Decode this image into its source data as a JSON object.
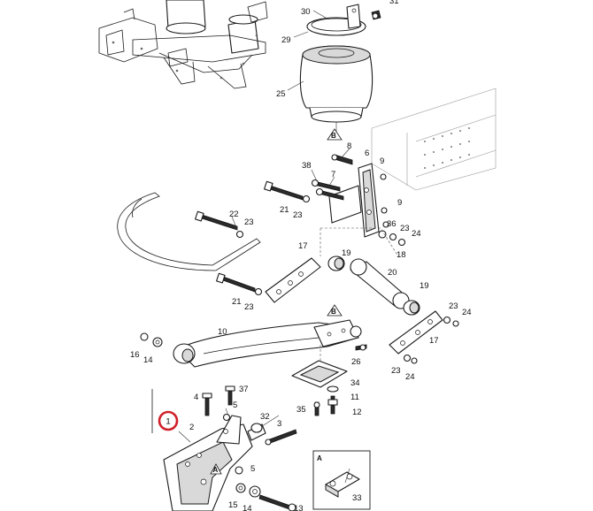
{
  "highlight": {
    "label": "1",
    "color": "#d0202a"
  },
  "callouts": [
    {
      "id": "c30",
      "text": "30"
    },
    {
      "id": "c31",
      "text": "31"
    },
    {
      "id": "c29",
      "text": "29"
    },
    {
      "id": "c25",
      "text": "25"
    },
    {
      "id": "c8",
      "text": "8"
    },
    {
      "id": "c6",
      "text": "6"
    },
    {
      "id": "c38",
      "text": "38"
    },
    {
      "id": "c7",
      "text": "7"
    },
    {
      "id": "c9a",
      "text": "9"
    },
    {
      "id": "c9b",
      "text": "9"
    },
    {
      "id": "c21a",
      "text": "21"
    },
    {
      "id": "c23a",
      "text": "23"
    },
    {
      "id": "c22",
      "text": "22"
    },
    {
      "id": "c23b",
      "text": "23"
    },
    {
      "id": "c36",
      "text": "36"
    },
    {
      "id": "c23c",
      "text": "23"
    },
    {
      "id": "c24a",
      "text": "24"
    },
    {
      "id": "c18",
      "text": "18"
    },
    {
      "id": "c17a",
      "text": "17"
    },
    {
      "id": "c19a",
      "text": "19"
    },
    {
      "id": "c20",
      "text": "20"
    },
    {
      "id": "c19b",
      "text": "19"
    },
    {
      "id": "c21b",
      "text": "21"
    },
    {
      "id": "c23d",
      "text": "23"
    },
    {
      "id": "c23e",
      "text": "23"
    },
    {
      "id": "c24b",
      "text": "24"
    },
    {
      "id": "c17b",
      "text": "17"
    },
    {
      "id": "c10",
      "text": "10"
    },
    {
      "id": "c16",
      "text": "16"
    },
    {
      "id": "c14a",
      "text": "14"
    },
    {
      "id": "c26",
      "text": "26"
    },
    {
      "id": "c23f",
      "text": "23"
    },
    {
      "id": "c24c",
      "text": "24"
    },
    {
      "id": "c34",
      "text": "34"
    },
    {
      "id": "c11",
      "text": "11"
    },
    {
      "id": "c35",
      "text": "35"
    },
    {
      "id": "c12",
      "text": "12"
    },
    {
      "id": "c4",
      "text": "4"
    },
    {
      "id": "c37",
      "text": "37"
    },
    {
      "id": "c5a",
      "text": "5"
    },
    {
      "id": "c32",
      "text": "32"
    },
    {
      "id": "c3",
      "text": "3"
    },
    {
      "id": "c2",
      "text": "2"
    },
    {
      "id": "c5b",
      "text": "5"
    },
    {
      "id": "c15",
      "text": "15"
    },
    {
      "id": "c14b",
      "text": "14"
    },
    {
      "id": "c13",
      "text": "13"
    },
    {
      "id": "c33",
      "text": "33"
    }
  ],
  "refs": {
    "b_top": "B",
    "b_mid": "B",
    "a_bracket": "A",
    "a_inset": "A"
  }
}
